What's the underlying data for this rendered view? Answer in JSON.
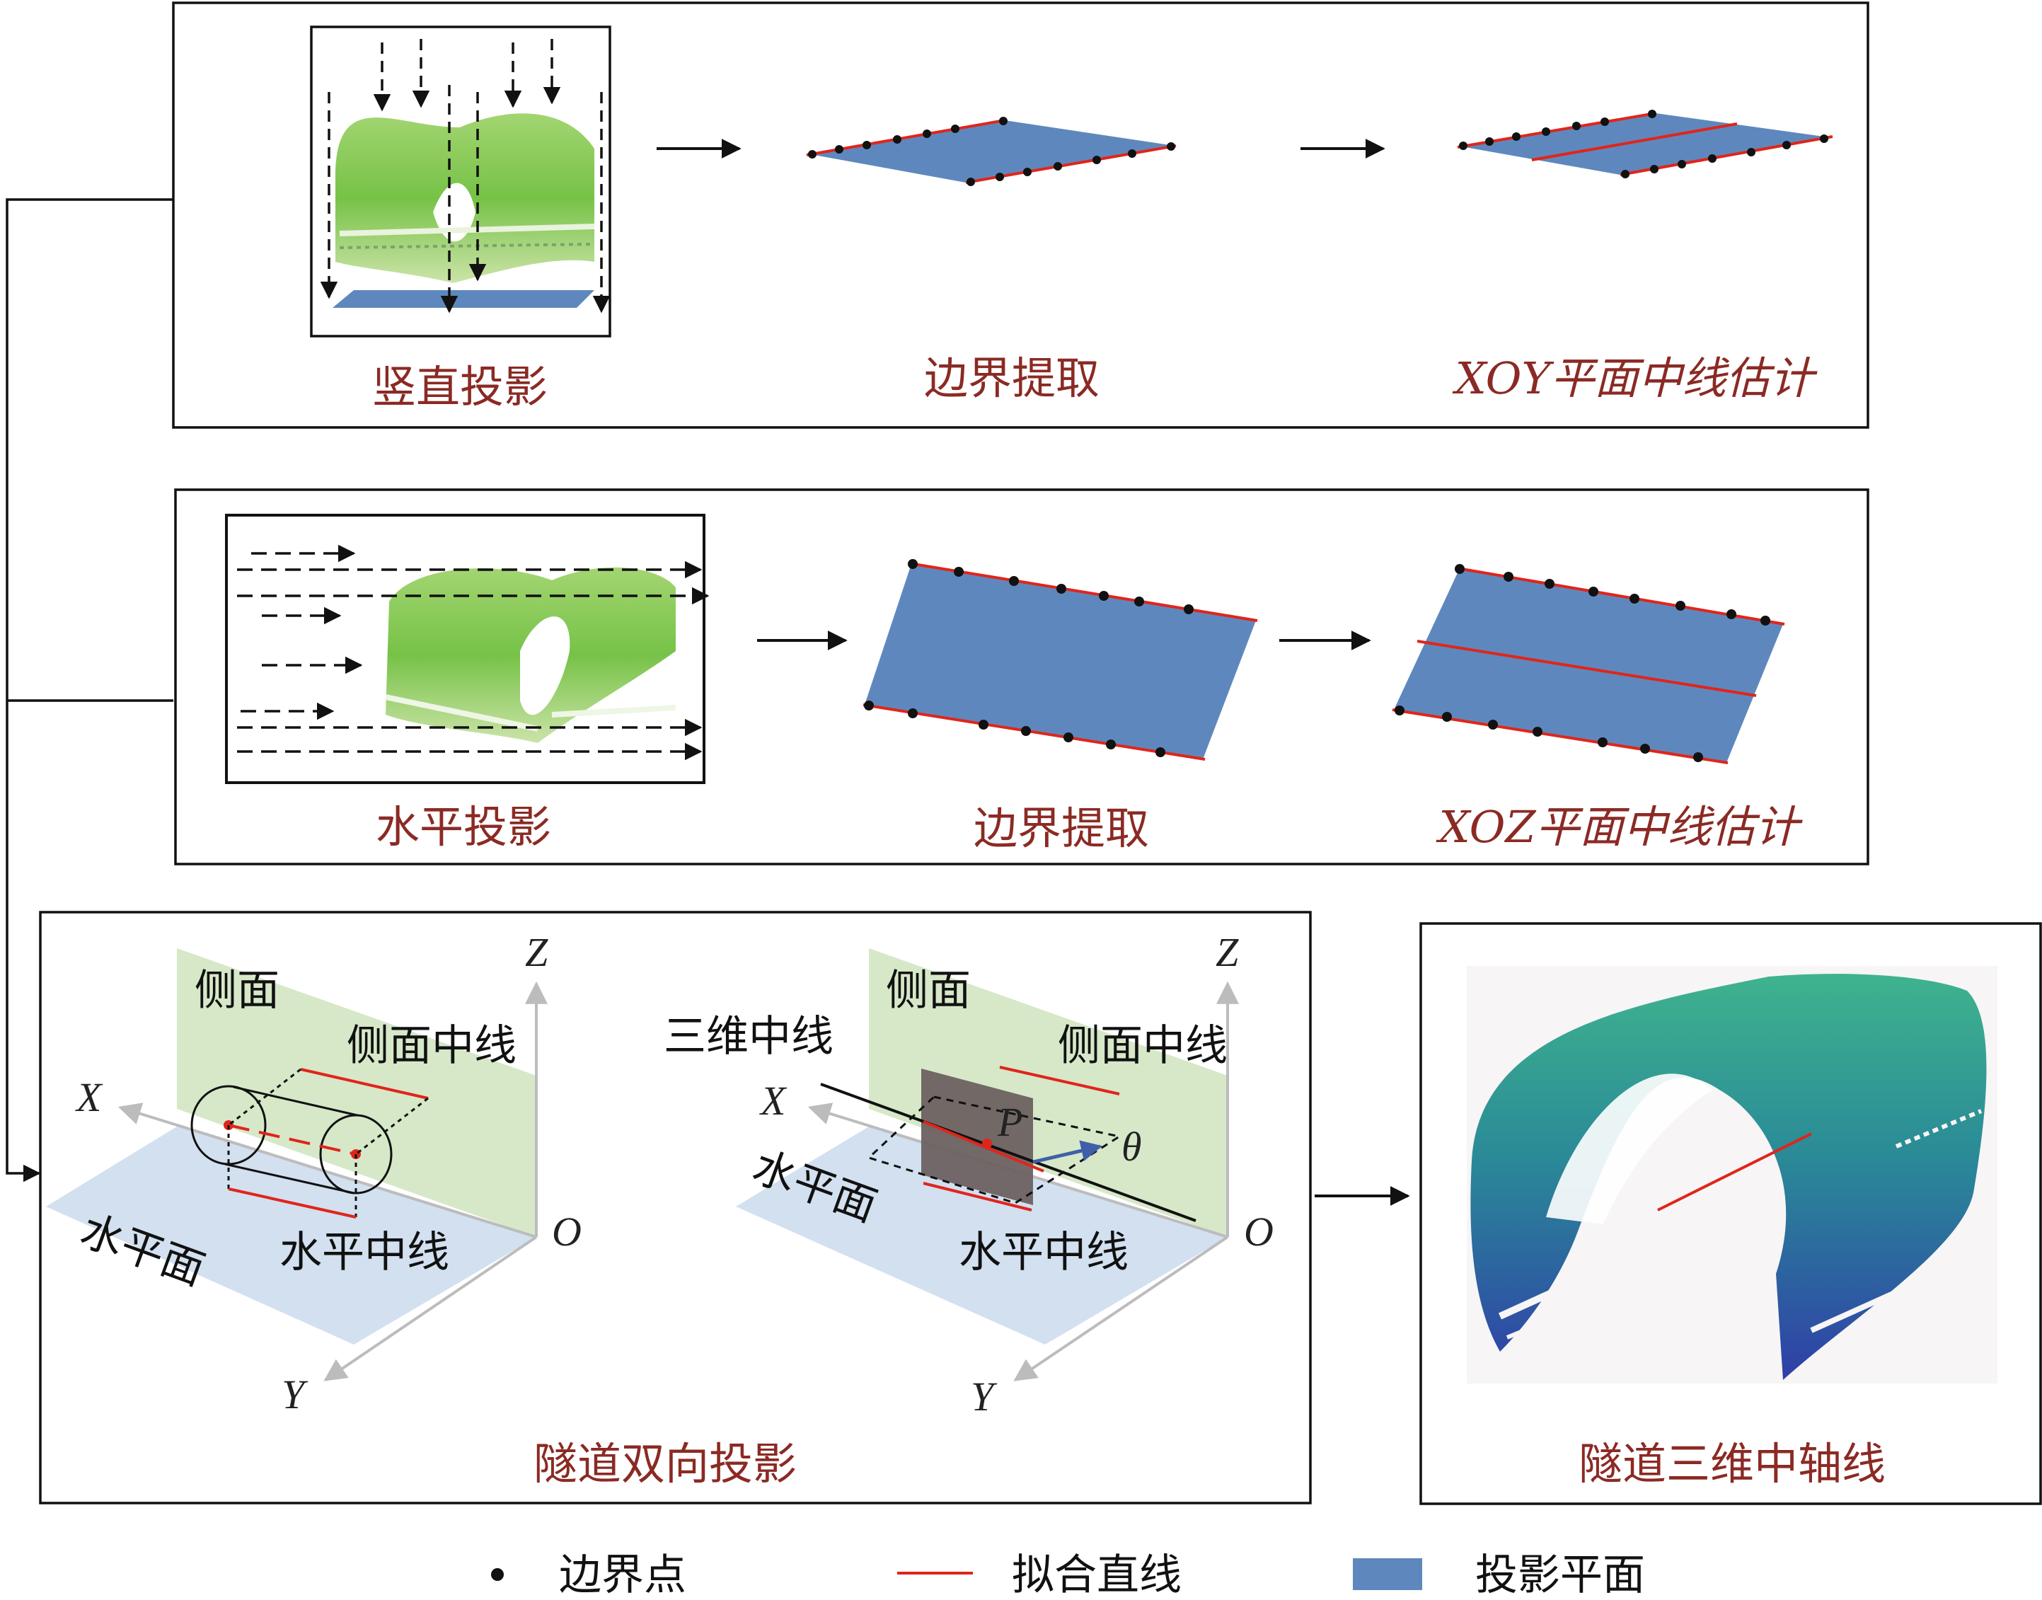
{
  "row1": {
    "captions": [
      "竖直投影",
      "边界提取",
      "XOY平面中线估计"
    ]
  },
  "row2": {
    "captions": [
      "水平投影",
      "边界提取",
      "XOZ平面中线估计"
    ]
  },
  "row3": {
    "caption": "隧道双向投影",
    "left": {
      "side_plane": "侧面",
      "side_centerline": "侧面中线",
      "horizontal_plane": "水平面",
      "horizontal_centerline": "水平中线",
      "axis_x": "X",
      "axis_y": "Y",
      "axis_z": "Z",
      "origin": "O"
    },
    "right": {
      "side_plane": "侧面",
      "side_centerline": "侧面中线",
      "horizontal_plane": "水平面",
      "horizontal_centerline": "水平中线",
      "three_d_centerline": "三维中线",
      "point": "P",
      "angle": "θ",
      "axis_x": "X",
      "axis_y": "Y",
      "axis_z": "Z",
      "origin": "O"
    }
  },
  "result": {
    "caption": "隧道三维中轴线"
  },
  "legend": {
    "boundary_point": "边界点",
    "fitted_line": "拟合直线",
    "projection_plane": "投影平面"
  },
  "colors": {
    "projection_plane": "#5e88bd",
    "fitted_line": "#e0251b",
    "caption": "#8b2a24",
    "side_plane": "#d6e8c8",
    "horizontal_plane": "#d2e0f0",
    "section_square": "#6d6161"
  }
}
